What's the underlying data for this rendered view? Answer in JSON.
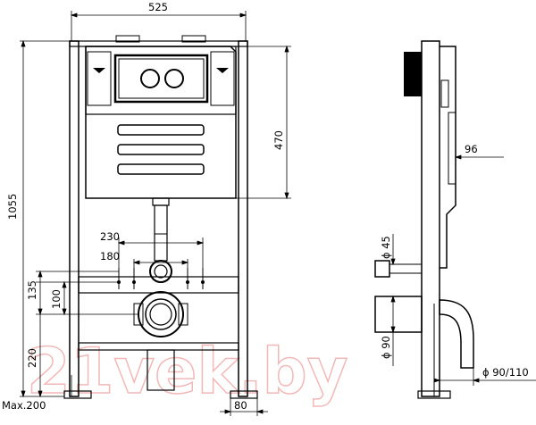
{
  "drawing": {
    "dimensions": {
      "width_total": "525",
      "height_total": "1055",
      "tank_height": "470",
      "depth": "96",
      "spacing_230": "230",
      "spacing_180": "180",
      "height_135": "135",
      "height_100": "100",
      "height_220": "220",
      "max_200": "Max.200",
      "foot_80": "80",
      "pipe_45": "ϕ 45",
      "pipe_90": "ϕ 90",
      "pipe_90_110": "ϕ 90/110"
    },
    "watermark": "21vek.by"
  }
}
